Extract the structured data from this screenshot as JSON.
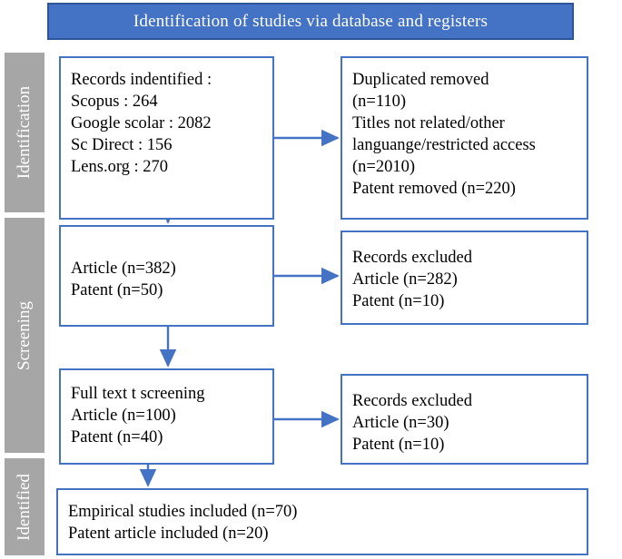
{
  "header": {
    "title": "Identification of studies via database and registers",
    "band_color": "#4472C4",
    "band_border_color": "#2E5597",
    "text_color": "#FFFFFF"
  },
  "stages": [
    {
      "id": "identification",
      "label": "Identification",
      "color": "#A6A6A6"
    },
    {
      "id": "screening",
      "label": "Screening",
      "color": "#A6A6A6"
    },
    {
      "id": "identified",
      "label": "Identified",
      "color": "#A6A6A6"
    }
  ],
  "boxes": {
    "records_identified": {
      "name": "records-identified",
      "border_color": "#4472C4",
      "lines": [
        "Records indentified :",
        "Scopus : 264",
        "Google scolar : 2082",
        "Sc Direct : 156",
        "Lens.org : 270"
      ]
    },
    "duplicates_removed": {
      "name": "duplicates-removed",
      "border_color": "#4472C4",
      "lines": [
        "Duplicated removed",
        "(n=110)",
        "Titles  not related/other",
        "languange/restricted access",
        "(n=2010)",
        "Patent removed (n=220)"
      ]
    },
    "screened_records": {
      "name": "screened-records",
      "border_color": "#4472C4",
      "lines": [
        "Article (n=382)",
        "Patent (n=50)"
      ]
    },
    "records_excluded_1": {
      "name": "records-excluded-screening",
      "border_color": "#4472C4",
      "lines": [
        "Records excluded",
        "Article (n=282)",
        "Patent (n=10)"
      ]
    },
    "full_text_screening": {
      "name": "full-text-screening",
      "border_color": "#4472C4",
      "lines": [
        "Full text t screening",
        "Article (n=100)",
        "Patent (n=40)"
      ]
    },
    "records_excluded_2": {
      "name": "records-excluded-fulltext",
      "border_color": "#4472C4",
      "lines": [
        "Records excluded",
        "Article (n=30)",
        "Patent (n=10)"
      ]
    },
    "included_studies": {
      "name": "included-studies",
      "border_color": "#4472C4",
      "lines": [
        "Empirical studies included (n=70)",
        "Patent article included (n=20)"
      ]
    }
  },
  "connectors": {
    "arrow_color": "#4472C4",
    "items": [
      {
        "id": "records-to-duplicates",
        "kind": "horizontal-arrow"
      },
      {
        "id": "records-to-screened",
        "kind": "vertical-arrow"
      },
      {
        "id": "screened-to-excluded-1",
        "kind": "horizontal-arrow"
      },
      {
        "id": "screened-to-fulltext",
        "kind": "vertical-arrow"
      },
      {
        "id": "fulltext-to-excluded-2",
        "kind": "horizontal-arrow"
      },
      {
        "id": "fulltext-to-included",
        "kind": "vertical-arrow"
      }
    ]
  }
}
